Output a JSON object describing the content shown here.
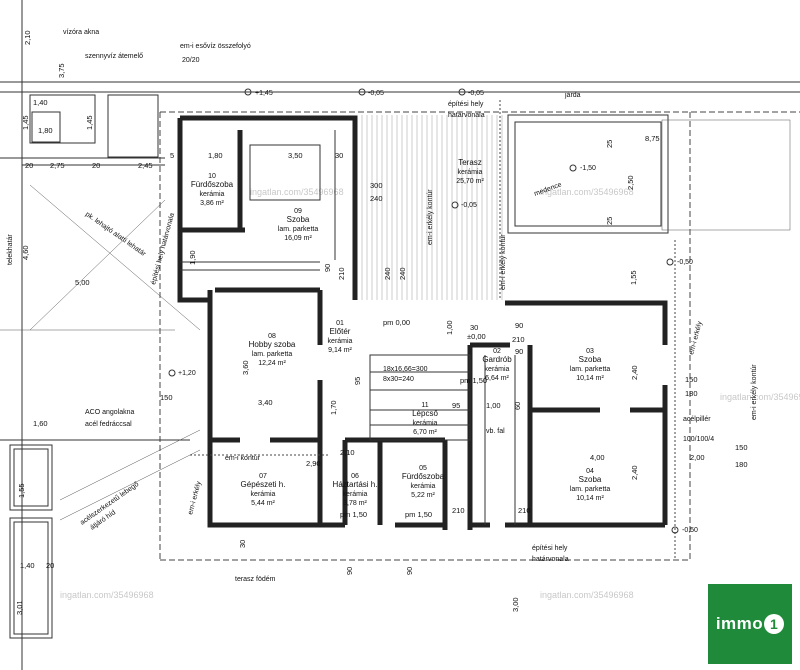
{
  "annotations": {
    "vizora_akna": "vízóra akna",
    "szennyviz": "szennyvíz átemelő",
    "em_esovis": "em-i esővíz összefolyó",
    "esovis_size": "20/20",
    "jarda": "járda",
    "epitesi_top": "építési hely",
    "hatarvonala_top": "határvonala",
    "epitesi_bottom": "építési hely",
    "hatarvonala_bottom": "határvonala",
    "terasz_fodem": "terasz födém",
    "aco": "ACO angolakna",
    "acel_fedraccsal": "acél fedráccsal",
    "acelszerkezetu": "acélszerkezetű lebegő",
    "atjaro_hid": "átjáró híd",
    "medence": "medence",
    "acelpiller": "acélpillér",
    "acelpiller_size": "100/100/4",
    "em_erkely_kontur_a": "em-i erkély kontúr",
    "em_erkely_kontur_b": "em-i erkély kontúr",
    "em_erkely_kontur_c": "em-i erkély kontúr",
    "em_erkely": "em-i erkély",
    "em_kontur": "em-i kontúr",
    "pk_lehajto": "pk. lehajtó alatti lehatár",
    "epitesi_hely_hatar": "építési hely határvonala",
    "telekhatar": "telekhatár",
    "vb_fal": "vb. fal",
    "pm000": "pm 0,00",
    "pm000b": "±0,00",
    "pm150a": "pm 1,50",
    "pm150b": "pm 1,50",
    "pm150c": "pm 1,50",
    "stair_line1": "18x16,66=300",
    "stair_line2": "8x30=240"
  },
  "rooms": [
    {
      "no": "10",
      "name": "Fürdőszoba",
      "floor": "kerámia",
      "area": "3,86 m²"
    },
    {
      "no": "09",
      "name": "Szoba",
      "floor": "lam. parketta",
      "area": "16,09 m²"
    },
    {
      "no": "",
      "name": "Terasz",
      "floor": "kerámia",
      "area": "25,70 m²"
    },
    {
      "no": "08",
      "name": "Hobby szoba",
      "floor": "lam. parketta",
      "area": "12,24 m²"
    },
    {
      "no": "01",
      "name": "Előtér",
      "floor": "kerámia",
      "area": "9,14 m²"
    },
    {
      "no": "02",
      "name": "Gardrób",
      "floor": "kerámia",
      "area": "6,64 m²"
    },
    {
      "no": "03",
      "name": "Szoba",
      "floor": "lam. parketta",
      "area": "10,14 m²"
    },
    {
      "no": "11",
      "name": "Lépcső",
      "floor": "kerámia",
      "area": "6,70 m²"
    },
    {
      "no": "04",
      "name": "Szoba",
      "floor": "lam. parketta",
      "area": "10,14 m²"
    },
    {
      "no": "07",
      "name": "Gépészeti h.",
      "floor": "kerámia",
      "area": "5,44 m²"
    },
    {
      "no": "06",
      "name": "Háztartási h.",
      "floor": "kerámia",
      "area": "3,78 m²"
    },
    {
      "no": "05",
      "name": "Fürdőszoba",
      "floor": "kerámia",
      "area": "5,22 m²"
    }
  ],
  "levels": [
    "+1,45",
    "-0,05",
    "-0,05",
    "-1,50",
    "-0,05",
    "-0,50",
    "-0,50",
    "+1,20"
  ],
  "dims": {
    "d210": "2,10",
    "d375": "3,75",
    "d140": "1,40",
    "d145a": "1,45",
    "d145b": "1,45",
    "d180": "1,80",
    "d20a": "20",
    "d275": "2,75",
    "d20b": "20",
    "d245": "2,45",
    "d5": "5",
    "d180b": "1,80",
    "d350": "3,50",
    "d30": "30",
    "d300": "300",
    "d240": "240",
    "d875": "8,75",
    "d25a": "25",
    "d25b": "25",
    "d250": "2,50",
    "d460": "4,60",
    "d500": "5,00",
    "d190": "1,90",
    "d90a": "90",
    "d210b": "210",
    "d240b": "240",
    "d240c": "240",
    "d100": "1,00",
    "d155": "1,55",
    "d90b": "90",
    "d30b": "30",
    "d90c": "90",
    "d210c": "210",
    "d360": "3,60",
    "d340": "3,40",
    "d170": "1,70",
    "d95a": "95",
    "d95b": "95",
    "d100b": "1,00",
    "d60": "60",
    "d240d": "2,40",
    "d150": "150",
    "d180c": "180",
    "d400": "4,00",
    "d200": "2,00",
    "d150b": "150",
    "d180d": "180",
    "d240e": "2,40",
    "d150c": "150",
    "d160": "1,60",
    "d210d": "2,10",
    "d290": "2,90",
    "d155b": "1,55",
    "d140b": "1,40",
    "d20c": "20",
    "d301": "3,01",
    "d300b": "3,00",
    "d210e": "210",
    "d210f": "210",
    "d90d": "90",
    "d90e": "90",
    "d30c": "30"
  },
  "watermark": "ingatlan.com/35496968",
  "logo": {
    "text": "immo",
    "digit": "1",
    "bg": "#1e8a3a"
  }
}
